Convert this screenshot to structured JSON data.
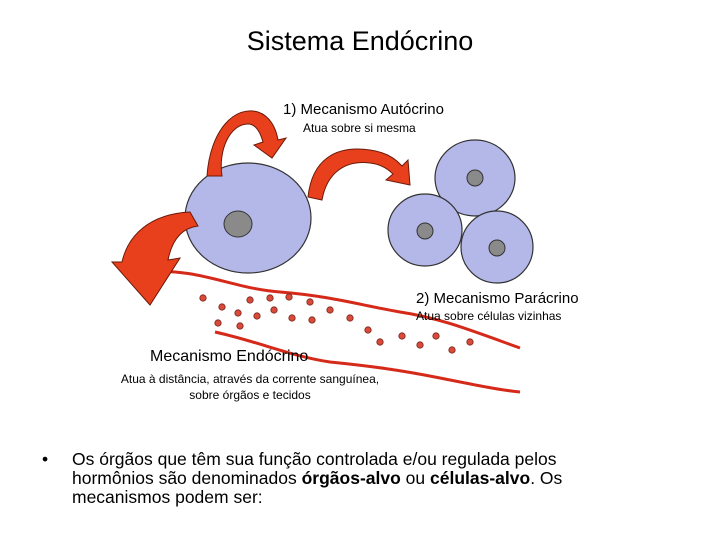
{
  "title": "Sistema Endócrino",
  "autocrino": {
    "title": "1) Mecanismo Autócrino",
    "subtitle": "Atua sobre si mesma"
  },
  "paracrino": {
    "title": "2) Mecanismo Parácrino",
    "subtitle": "Atua sobre células vizinhas"
  },
  "endocrino": {
    "title": "Mecanismo Endócrino",
    "subtitle": "Atua à distância, através da corrente sanguínea, sobre órgãos e tecidos"
  },
  "bullet": {
    "symbol": "•",
    "text_1": "Os órgãos que têm sua função controlada e/ou regulada pelos hormônios são denominados ",
    "bold_1": "órgãos-alvo",
    "text_2": " ou ",
    "bold_2": "células-alvo",
    "text_3": ". Os mecanismos podem ser:"
  },
  "colors": {
    "cell_fill": "#b4b8e8",
    "nucleus_fill": "#8a8a8a",
    "arrow_fill": "#e8401c",
    "vessel_stroke": "#d52a1a",
    "particle_fill": "#d84a3a"
  }
}
